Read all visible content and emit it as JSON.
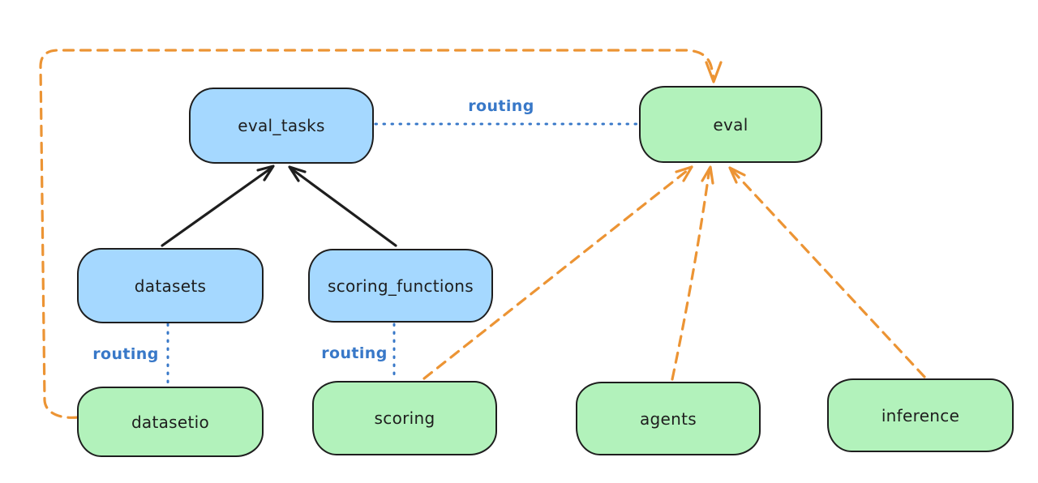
{
  "diagram": {
    "kind": "architecture-routing-diagram",
    "nodes": {
      "eval_tasks": {
        "label": "eval_tasks",
        "color": "blue"
      },
      "eval": {
        "label": "eval",
        "color": "green"
      },
      "datasets": {
        "label": "datasets",
        "color": "blue"
      },
      "scoring_functions": {
        "label": "scoring_functions",
        "color": "blue"
      },
      "datasetio": {
        "label": "datasetio",
        "color": "green"
      },
      "scoring": {
        "label": "scoring",
        "color": "green"
      },
      "agents": {
        "label": "agents",
        "color": "green"
      },
      "inference": {
        "label": "inference",
        "color": "green"
      }
    },
    "edge_label": "routing",
    "edges": [
      {
        "from": "datasets",
        "to": "eval_tasks",
        "style": "solid-black-arrow",
        "label": ""
      },
      {
        "from": "scoring_functions",
        "to": "eval_tasks",
        "style": "solid-black-arrow",
        "label": ""
      },
      {
        "from": "eval_tasks",
        "to": "eval",
        "style": "dotted-blue",
        "label": "routing"
      },
      {
        "from": "datasets",
        "to": "datasetio",
        "style": "dotted-blue",
        "label": "routing"
      },
      {
        "from": "scoring_functions",
        "to": "scoring",
        "style": "dotted-blue",
        "label": "routing"
      },
      {
        "from": "datasetio",
        "to": "eval",
        "style": "dashed-orange-arrow",
        "label": ""
      },
      {
        "from": "scoring",
        "to": "eval",
        "style": "dashed-orange-arrow",
        "label": ""
      },
      {
        "from": "agents",
        "to": "eval",
        "style": "dashed-orange-arrow",
        "label": ""
      },
      {
        "from": "inference",
        "to": "eval",
        "style": "dashed-orange-arrow",
        "label": ""
      }
    ],
    "colors": {
      "blue_fill": "#a5d8ff",
      "green_fill": "#b2f2bb",
      "stroke_black": "#1e1e1e",
      "routing_blue": "#3878c8",
      "orange": "#ec9434",
      "background": "#ffffff"
    }
  }
}
